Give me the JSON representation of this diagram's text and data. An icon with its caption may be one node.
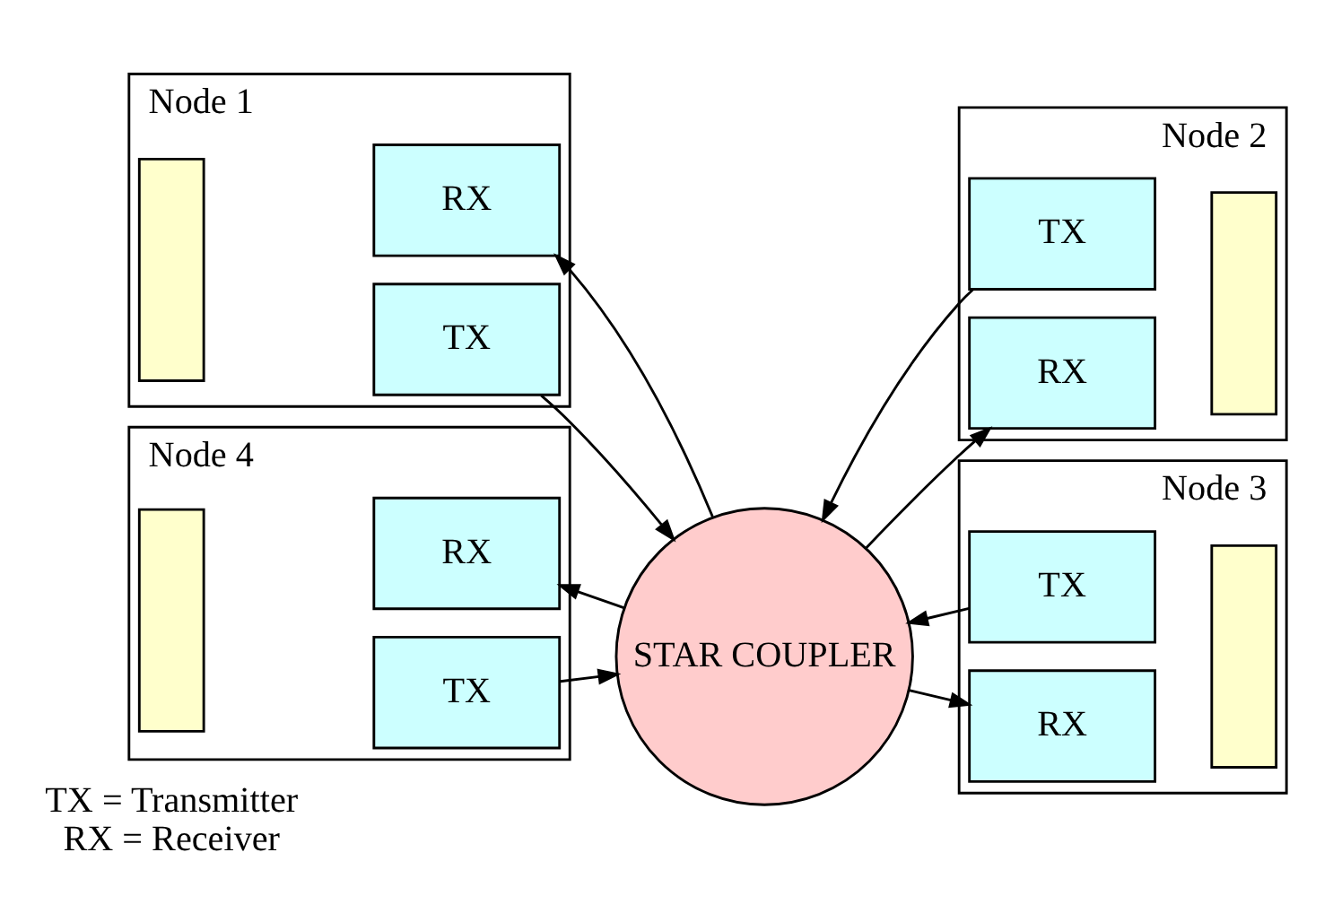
{
  "diagram": {
    "nodes": [
      {
        "text": [
          "Node 1"
        ]
      },
      {
        "text": [],
        "shape": "box",
        "in": 0
      },
      {
        "text": [
          "TX"
        ],
        "in": 0
      },
      {
        "text": [
          "RX"
        ],
        "in": 0
      },
      {
        "text": [
          "Node 2"
        ]
      },
      {
        "text": [
          "TX"
        ],
        "in": 4
      },
      {
        "text": [
          "RX"
        ],
        "in": 4
      },
      {
        "text": [],
        "shape": "box",
        "in": 4
      },
      {
        "text": [
          "STAR COUPLER"
        ]
      },
      {
        "text": [
          "Node 4"
        ]
      },
      {
        "text": [],
        "shape": "box",
        "in": 9
      },
      {
        "text": [
          "TX"
        ],
        "in": 9
      },
      {
        "text": [
          "RX"
        ],
        "in": 9
      },
      {
        "text": [
          "Node 3"
        ]
      },
      {
        "text": [
          "TX"
        ],
        "in": 13
      },
      {
        "text": [
          "RX"
        ],
        "in": 13
      },
      {
        "text": [],
        "shape": "box",
        "in": 13
      }
    ],
    "edges": [
      {
        "from": 2,
        "to": 8,
        "arrow": "to"
      },
      {
        "from": 8,
        "to": 3,
        "arrow": "to"
      },
      {
        "from": 5,
        "to": 8,
        "arrow": "to"
      },
      {
        "from": 8,
        "to": 6,
        "arrow": "to"
      },
      {
        "from": 11,
        "to": 8,
        "arrow": "to"
      },
      {
        "from": 8,
        "to": 12,
        "arrow": "to"
      },
      {
        "from": 14,
        "to": 8,
        "arrow": "to"
      },
      {
        "from": 8,
        "to": 15,
        "arrow": "to"
      }
    ],
    "labels": [
      "TX = Transmitter",
      "RX = Receiver"
    ]
  }
}
